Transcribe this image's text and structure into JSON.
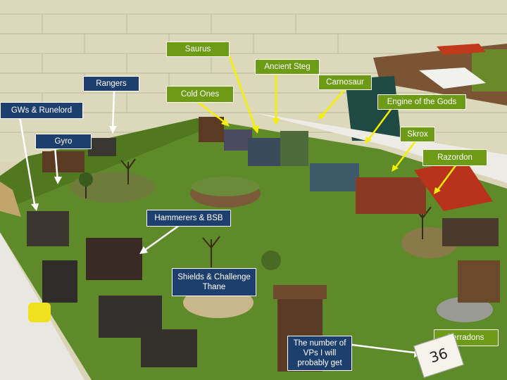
{
  "labels": {
    "saurus": "Saurus",
    "ancient_steg": "Ancient Steg",
    "carnosaur": "Carnosaur",
    "rangers": "Rangers",
    "cold_ones": "Cold Ones",
    "engine_of_the_gods": "Engine of the Gods",
    "gws_runelord": "GWs & Runelord",
    "skrox": "Skrox",
    "gyro": "Gyro",
    "razordon": "Razordon",
    "hammerers_bsb": "Hammerers & BSB",
    "shields_challenge_thane": "Shields & Challenge Thane",
    "terradons": "Terradons",
    "vps_note": "The number of VPs I will probably get"
  },
  "score_card": "36",
  "colors": {
    "label_blue": "#1d3f6e",
    "label_green": "#6d9b16",
    "arrow_white": "#ffffff",
    "arrow_yellow": "#f4f000",
    "table_green": "#5f8a2a",
    "wall": "#d9d4b6"
  }
}
